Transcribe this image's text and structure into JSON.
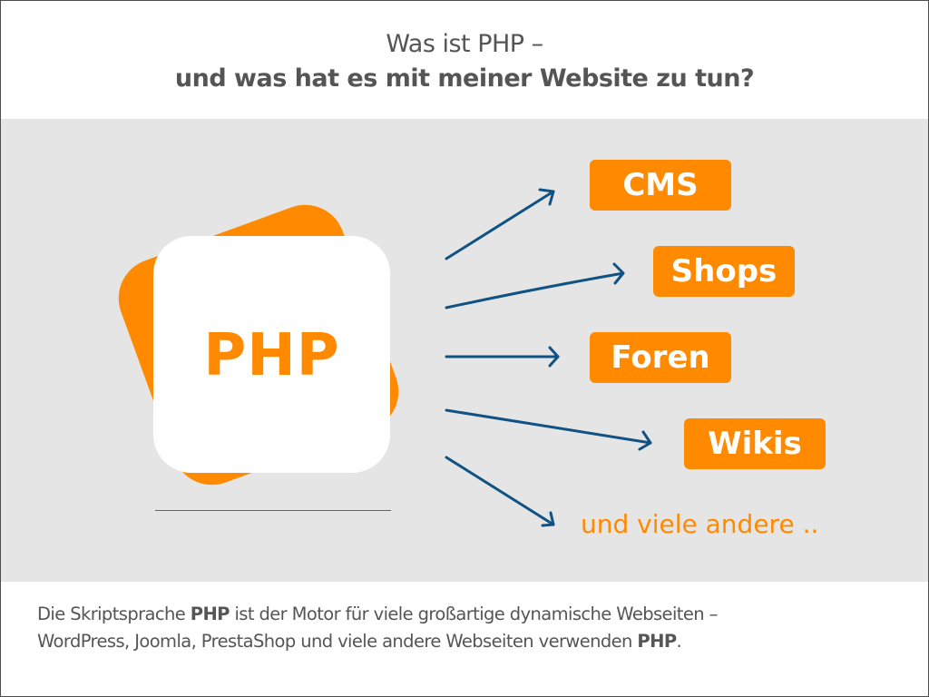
{
  "title": {
    "line1": "Was ist PHP –",
    "line2": "und was hat es mit meiner Website zu tun?"
  },
  "logo": {
    "text": "PHP"
  },
  "targets": [
    {
      "label": "CMS"
    },
    {
      "label": "Shops"
    },
    {
      "label": "Foren"
    },
    {
      "label": "Wikis"
    }
  ],
  "more_label": "und viele andere ..",
  "caption": {
    "p1": "Die Skriptsprache ",
    "b1": "PHP",
    "p2": " ist der Motor für viele großartige dynamische Webseiten –",
    "p3": "WordPress, Joomla, PrestaShop und viele andere Webseiten verwenden ",
    "b2": "PHP",
    "p4": "."
  },
  "colors": {
    "accent": "#ff8a00",
    "arrow": "#0f5283",
    "band": "#e5e5e5",
    "text": "#555555"
  }
}
